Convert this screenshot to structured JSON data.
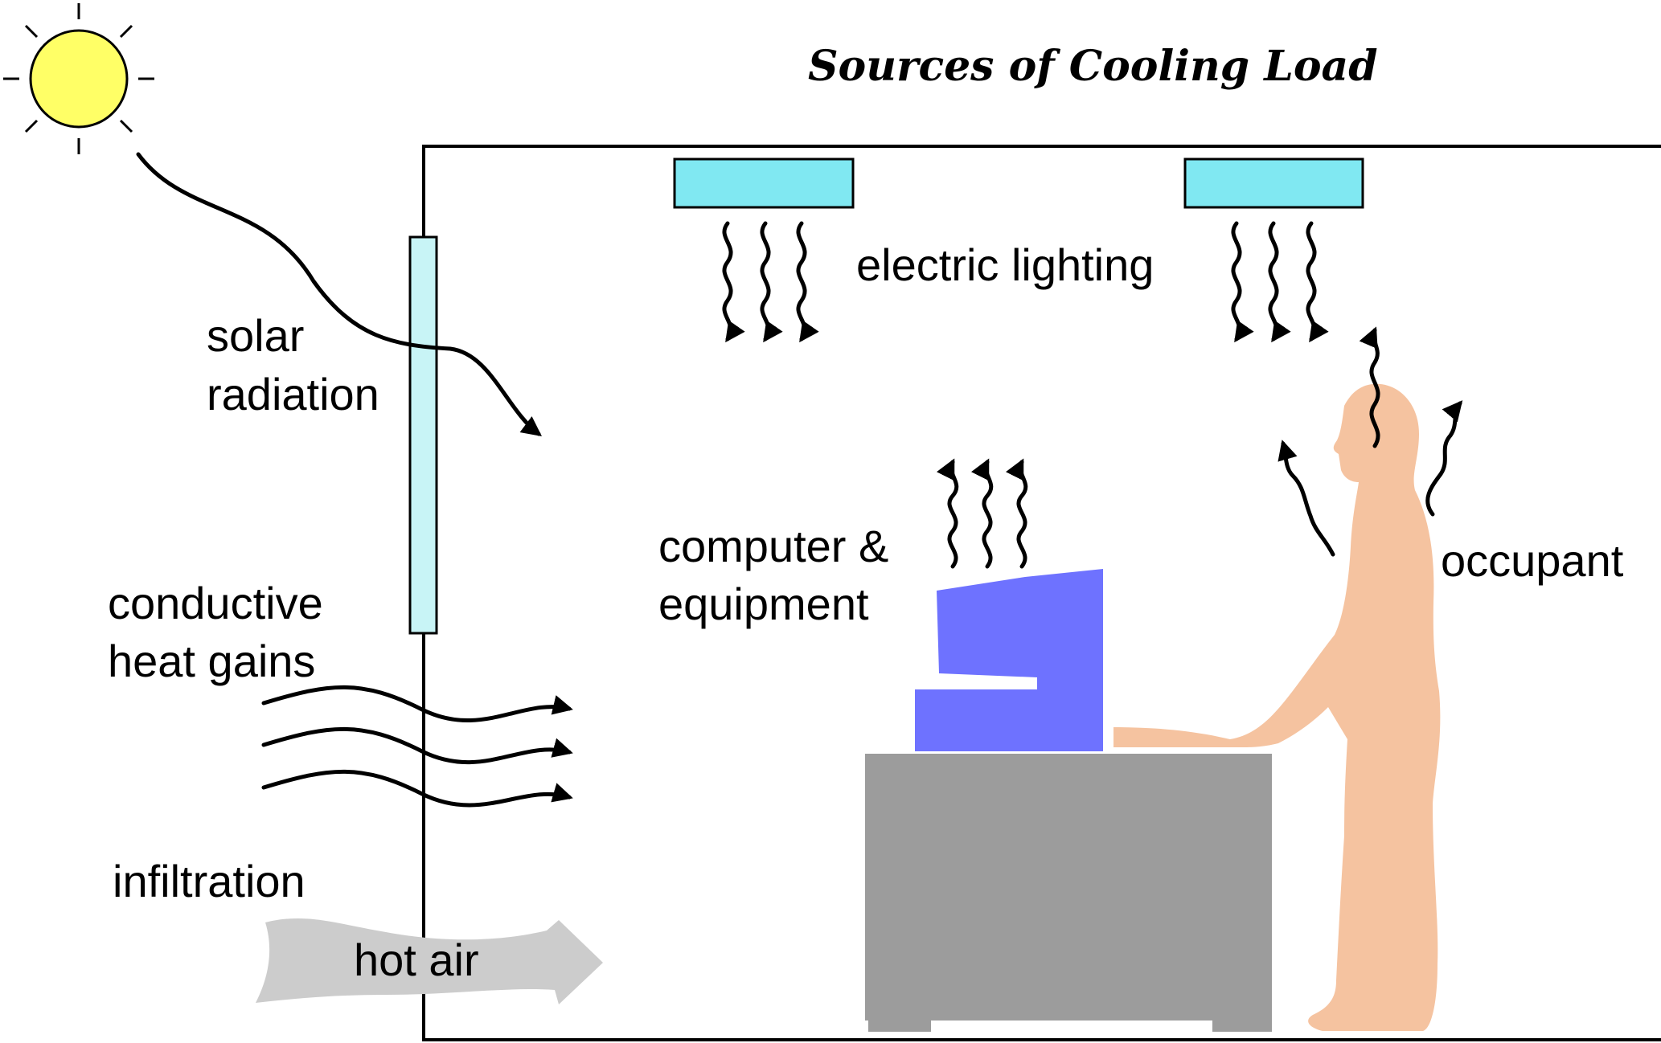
{
  "title": "Sources of Cooling Load",
  "labels": {
    "solar_line1": "solar",
    "solar_line2": "radiation",
    "electric_lighting": "electric lighting",
    "computer_line1": "computer &",
    "computer_line2": "equipment",
    "occupant": "occupant",
    "conductive_line1": "conductive",
    "conductive_line2": "heat gains",
    "infiltration": "infiltration",
    "hot_air": "hot air"
  },
  "colors": {
    "sun_fill": "#ffff66",
    "light_fixture": "#80e8f2",
    "window_glass": "#c8f4f6",
    "computer": "#6e72ff",
    "desk": "#9c9c9c",
    "person": "#f5c3a0",
    "hot_air": "#cccccc"
  }
}
